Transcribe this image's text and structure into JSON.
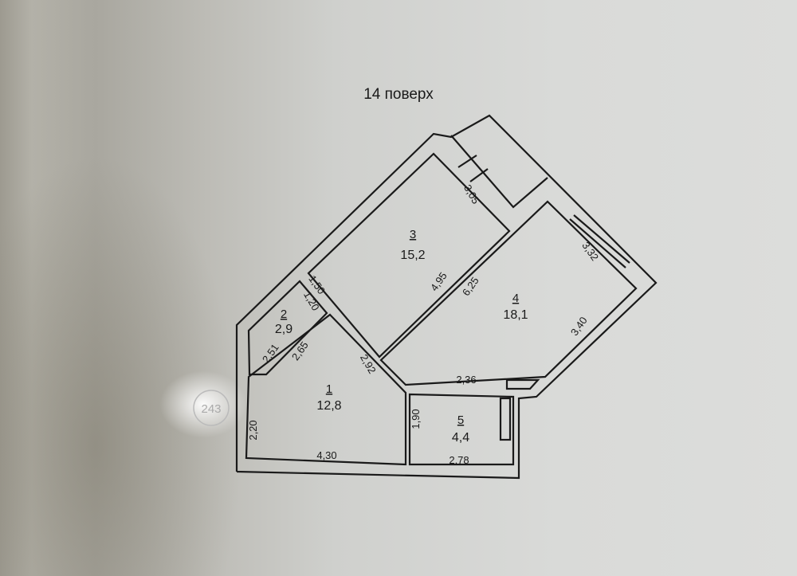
{
  "title": "14 поверх",
  "stamp": "243",
  "rooms": [
    {
      "number": "1",
      "area": "12,8"
    },
    {
      "number": "2",
      "area": "2,9"
    },
    {
      "number": "3",
      "area": "15,2"
    },
    {
      "number": "4",
      "area": "18,1"
    },
    {
      "number": "5",
      "area": "4,4"
    }
  ],
  "dimensions": [
    "3,05",
    "3,32",
    "1,50",
    "4,95",
    "6,25",
    "3,40",
    "1,20",
    "2,51",
    "2,65",
    "2,92",
    "2,36",
    "1,90",
    "2,20",
    "4,30",
    "2,78"
  ]
}
